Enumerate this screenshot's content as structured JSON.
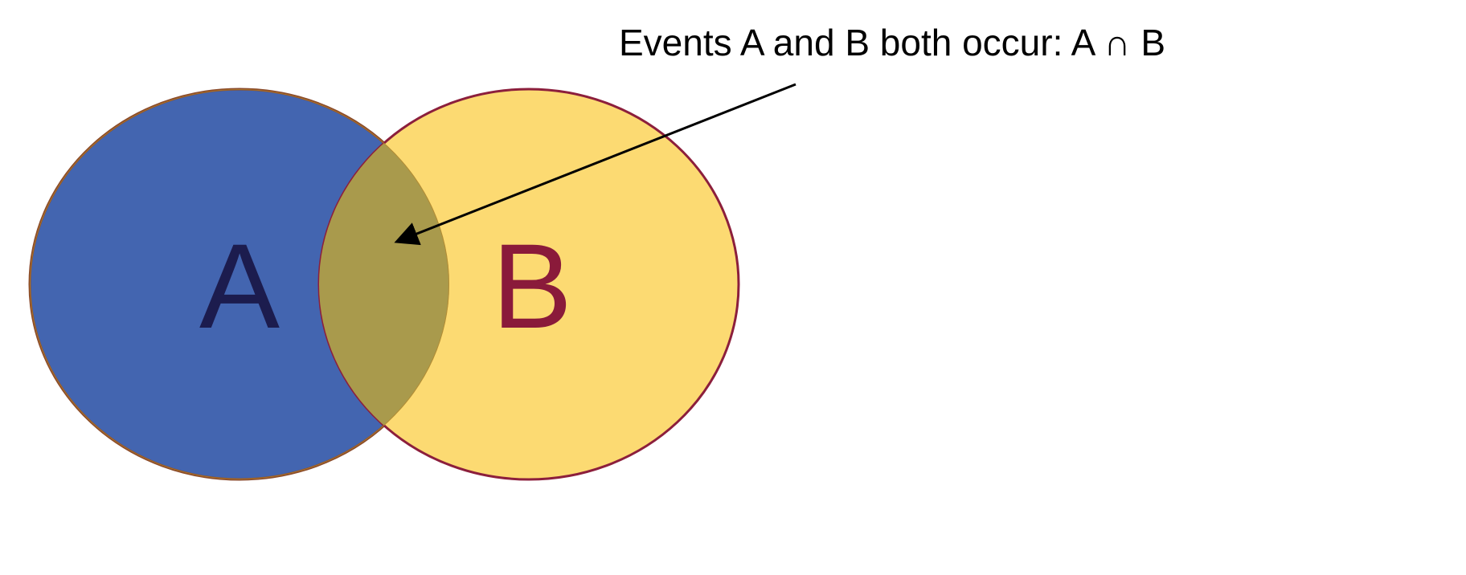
{
  "annotation": {
    "text": "Events A and B both occur: A ∩ B"
  },
  "sets": [
    {
      "label": "A",
      "fill": "#4365b0",
      "stroke": "#8a4a2a",
      "label_color": "#1c1c4e"
    },
    {
      "label": "B",
      "fill": "#fcda72",
      "stroke": "#8c1f3c",
      "label_color": "#8a1a3a"
    }
  ],
  "intersection": {
    "fill": "#a99a4c"
  }
}
